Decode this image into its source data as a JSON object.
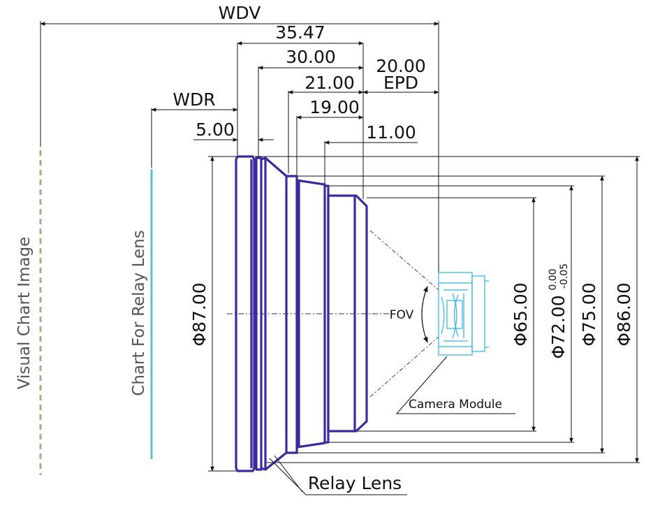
{
  "labels": {
    "wdv": "WDV",
    "wdr": "WDR",
    "epd_value": "20.00",
    "epd": "EPD",
    "fov": "FOV",
    "camera_module": "Camera Module",
    "relay_lens": "Relay Lens",
    "chart_for_relay_lens": "Chart For Relay Lens",
    "visual_chart_image": "Visual Chart Image"
  },
  "dimensions": {
    "d_35_47": "35.47",
    "d_30_00": "30.00",
    "d_21_00": "21.00",
    "d_19_00": "19.00",
    "d_11_00": "11.00",
    "d_5_00": "5.00",
    "phi_87": "Φ87.00",
    "phi_65": "Φ65.00",
    "phi_72": "Φ72.00",
    "phi_72_tol_upper": "0.00",
    "phi_72_tol_lower": "-0.05",
    "phi_75": "Φ75.00",
    "phi_86": "Φ86.00"
  },
  "colors": {
    "lens_outline": "#3b2a9e",
    "relay_chart": "#5bc0ce",
    "visual_chart": "#b8a48a",
    "camera_module": "#29b6e8",
    "dimension_line": "#111111"
  }
}
